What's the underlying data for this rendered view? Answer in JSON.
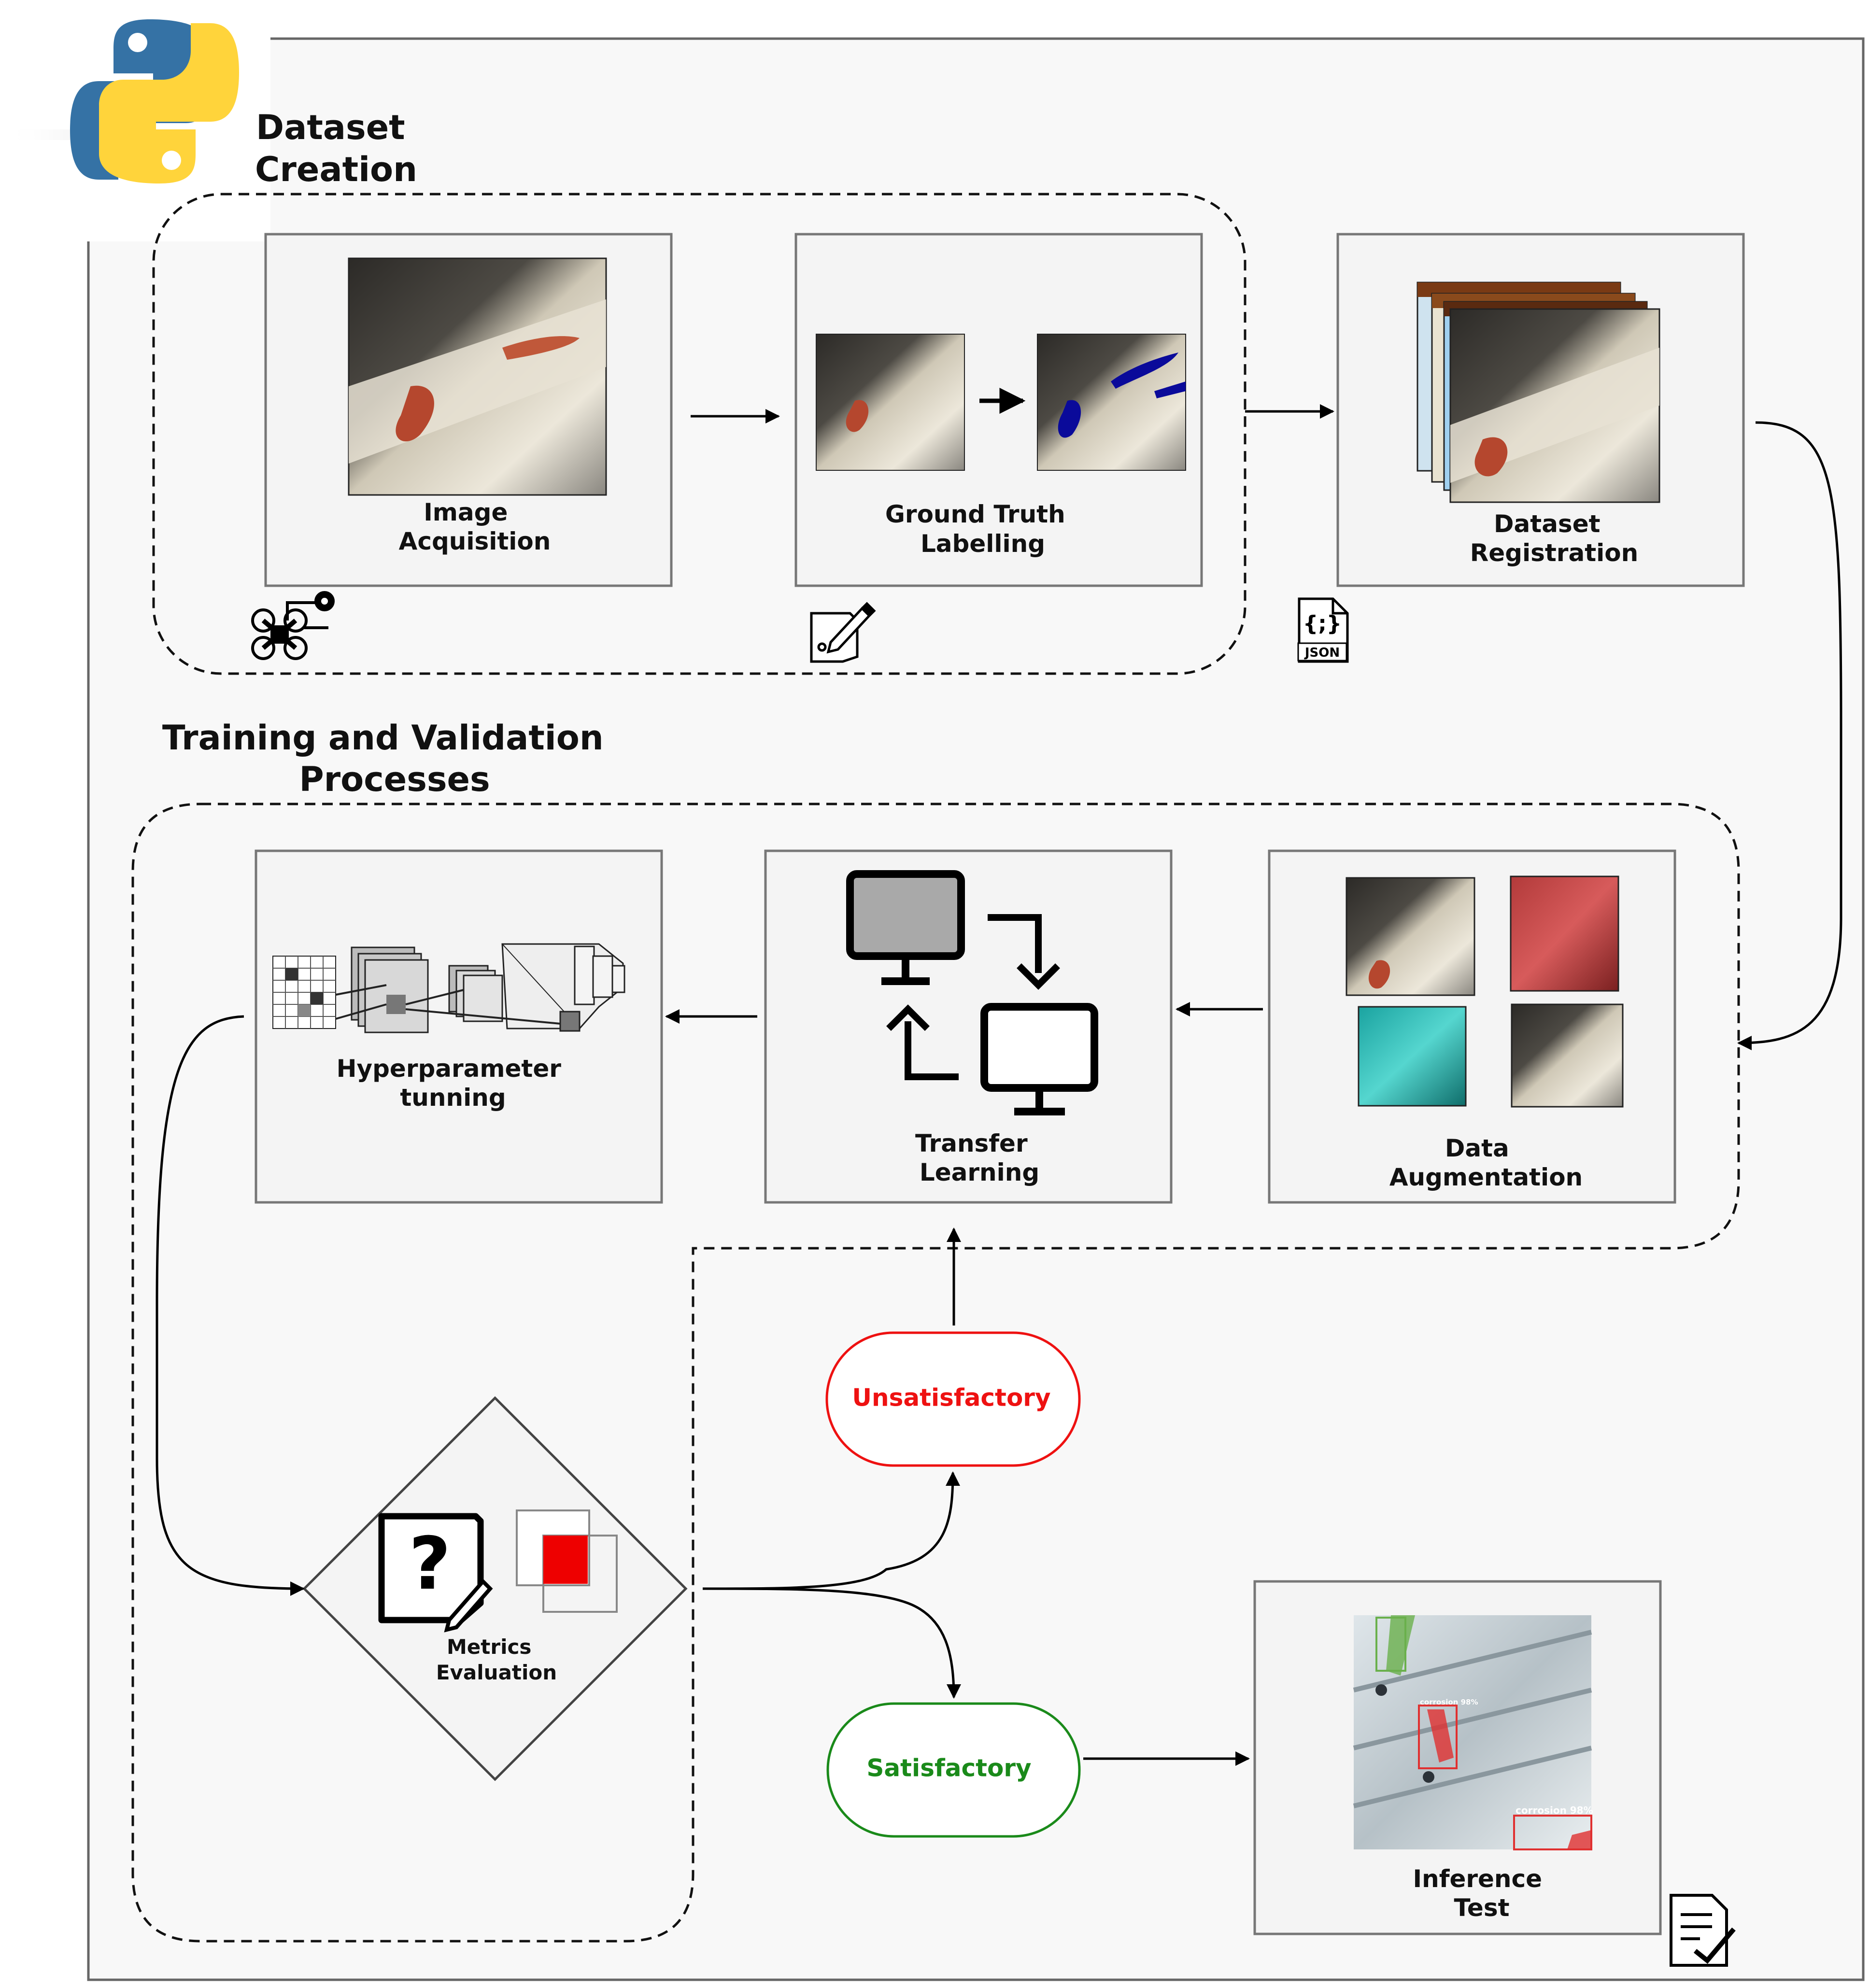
{
  "sections": {
    "dataset_creation": {
      "line1": "Dataset",
      "line2": "Creation"
    },
    "training_validation": {
      "line1": "Training and Validation",
      "line2": "Processes"
    }
  },
  "steps": {
    "image_acquisition": {
      "line1": "Image",
      "line2": "Acquisition"
    },
    "ground_truth": {
      "line1": "Ground Truth",
      "line2": "Labelling"
    },
    "dataset_registration": {
      "line1": "Dataset",
      "line2": "Registration"
    },
    "data_augmentation": {
      "line1": "Data",
      "line2": "Augmentation"
    },
    "transfer_learning": {
      "line1": "Transfer",
      "line2": "Learning"
    },
    "hyperparameter": {
      "line1": "Hyperparameter",
      "line2": "tunning"
    },
    "metrics": {
      "line1": "Metrics",
      "line2": "Evaluation"
    },
    "inference": {
      "line1": "Inference",
      "line2": "Test"
    }
  },
  "decisions": {
    "unsatisfactory": "Unsatisfactory",
    "satisfactory": "Satisfactory"
  },
  "json_icon_label": "JSON",
  "json_braces": "{;}",
  "question_mark": "?",
  "inference_labels": [
    "corrosion 98%",
    "corrosion 98%"
  ],
  "colors": {
    "unsatisfactory": "#ee1111",
    "satisfactory": "#1a8a1a",
    "python_blue": "#3572a5",
    "python_yellow": "#ffd43b",
    "panel_bg": "#f4f4f4",
    "outer_bg": "#f8f8f8"
  },
  "icons": [
    "python-logo-icon",
    "drone-icon",
    "edit-pencil-icon",
    "json-file-icon",
    "monitor-icon",
    "document-check-icon"
  ]
}
